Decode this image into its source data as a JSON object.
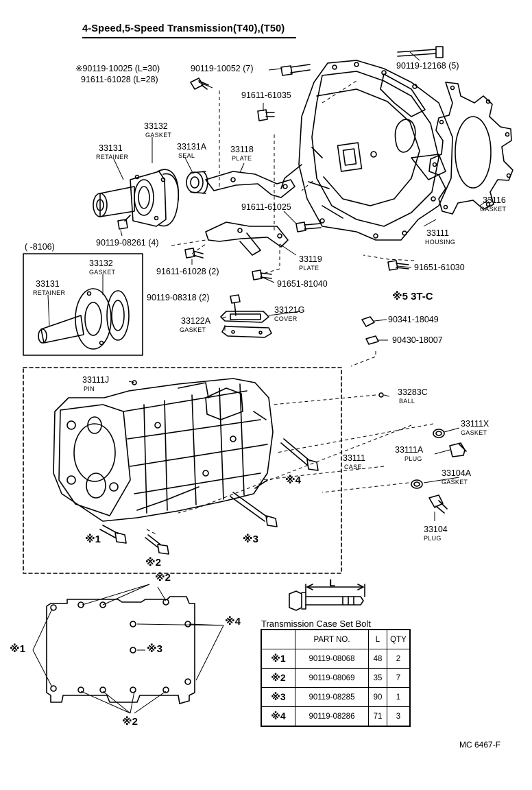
{
  "title": "4-Speed,5-Speed Transmission(T40),(T50)",
  "parts": {
    "p90119_10025": "※90119-10025 (L=30)",
    "p90119_10052": "90119-10052 (7)",
    "p91611_61028_L28": "91611-61028 (L=28)",
    "p90119_12168": "90119-12168 (5)",
    "p91611_61035": "91611-61035",
    "p33132": "33132",
    "p33132_name": "GASKET",
    "p33131": "33131",
    "p33131_name": "RETAINER",
    "p33131A": "33131A",
    "p33131A_name": "SEAL",
    "p33118": "33118",
    "p33118_name": "PLATE",
    "p33116": "33116",
    "p33116_name": "GASKET",
    "p91611_61025": "91611-61025",
    "p33111_housing": "33111",
    "p33111_housing_name": "HOUSING",
    "p90119_08261": "90119-08261 (4)",
    "inset_range": "(      -8106)",
    "inset_33132": "33132",
    "inset_33132_name": "GASKET",
    "inset_33131": "33131",
    "inset_33131_name": "RETAINER",
    "p91611_61028_2": "91611-61028 (2)",
    "p33119": "33119",
    "p33119_name": "PLATE",
    "p91651_61030": "91651-61030",
    "p91651_81040": "91651-81040",
    "p90119_08318": "90119-08318 (2)",
    "p33121G": "33121G",
    "p33121G_name": "COVER",
    "note5": "※5 3T-C",
    "p33122A": "33122A",
    "p33122A_name": "GASKET",
    "p90341_18049": "90341-18049",
    "p90430_18007": "90430-18007",
    "p33111J": "33111J",
    "p33111J_name": "PIN",
    "p33283C": "33283C",
    "p33283C_name": "BALL",
    "p33111X": "33111X",
    "p33111X_name": "GASKET",
    "p33111A": "33111A",
    "p33111A_name": "PLUG",
    "p33111_case": "33111",
    "p33111_case_name": "CASE",
    "p33104A": "33104A",
    "p33104A_name": "GASKET",
    "p33104": "33104",
    "p33104_name": "PLUG",
    "m4_case": "※4",
    "m1_case": "※1",
    "m3_case": "※3",
    "m2_case": "※2",
    "dim_L": "L",
    "m2_top": "※2",
    "m4_side": "※4",
    "m1_side": "※1",
    "m3_mid": "※3",
    "m2_bottom": "※2"
  },
  "bolt_table": {
    "caption": "Transmission Case Set Bolt",
    "headers": [
      "",
      "PART NO.",
      "L",
      "QTY"
    ],
    "rows": [
      [
        "※1",
        "90119-08068",
        "48",
        "2"
      ],
      [
        "※2",
        "90119-08069",
        "35",
        "7"
      ],
      [
        "※3",
        "90119-08285",
        "90",
        "1"
      ],
      [
        "※4",
        "90119-08286",
        "71",
        "3"
      ]
    ]
  },
  "footer": "MC 6467-F"
}
